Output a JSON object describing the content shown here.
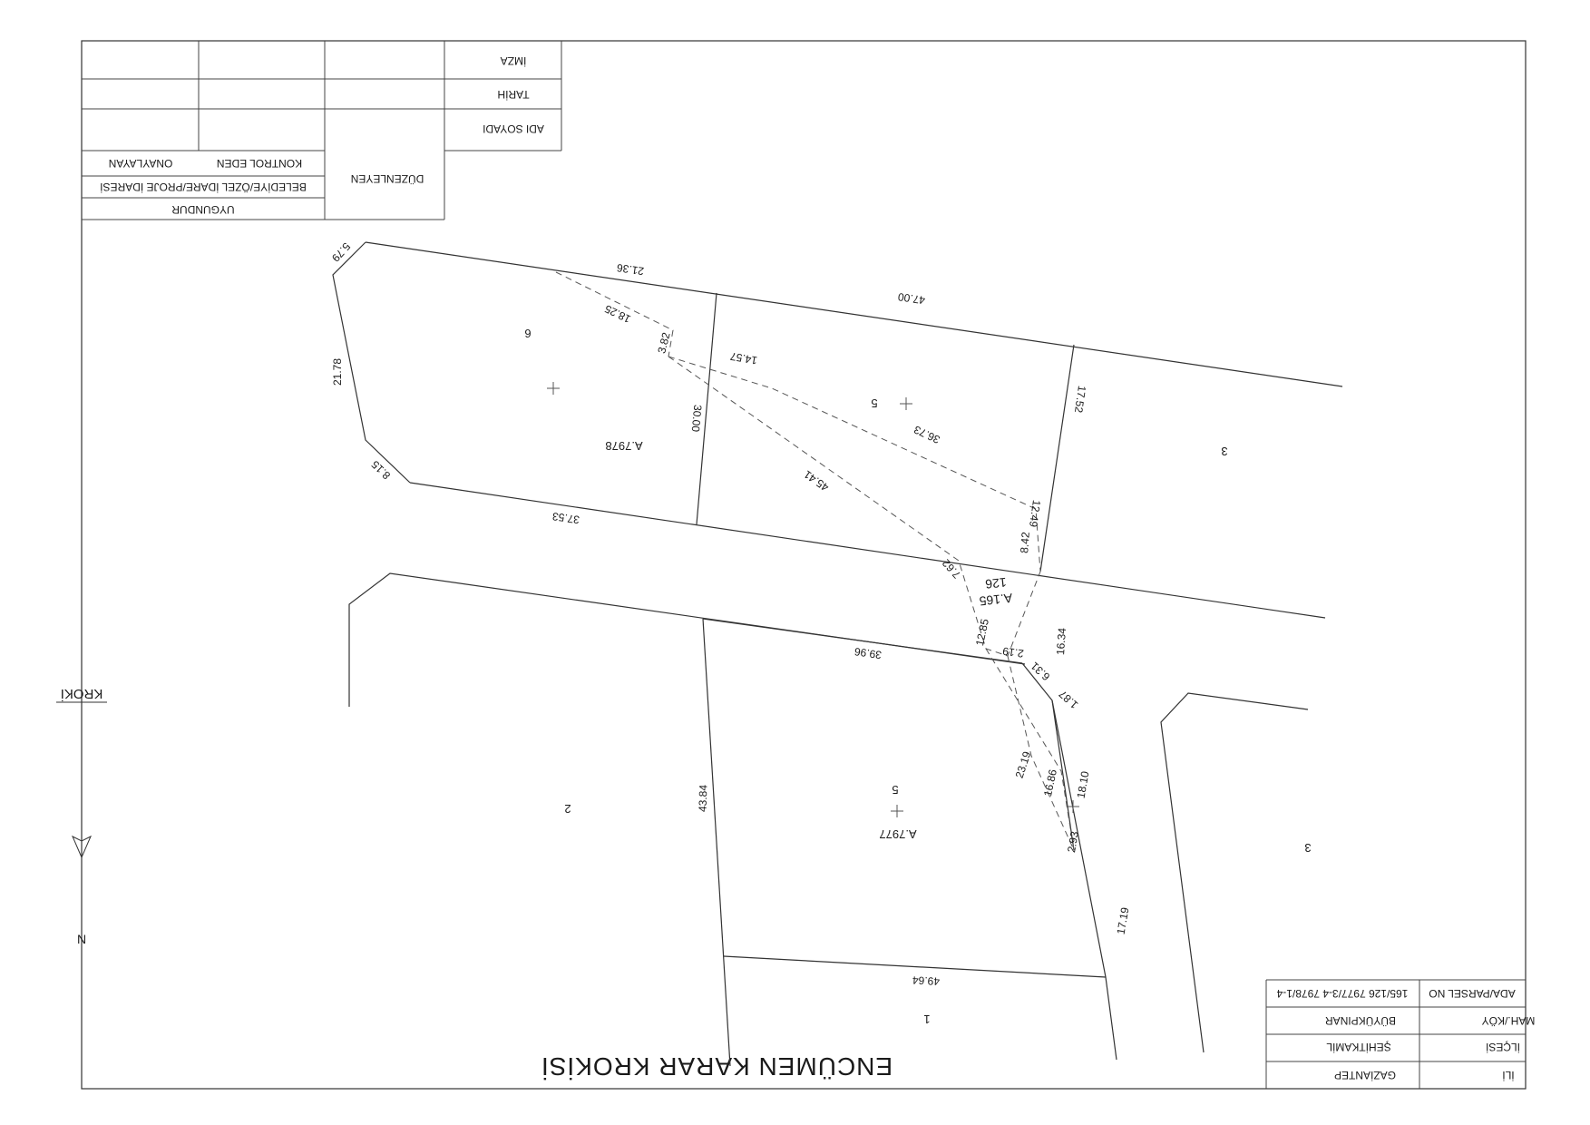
{
  "title": "ENCÜMEN KARAR KROKİSİ",
  "side_label": "KROKİ",
  "north_letter": "N",
  "info_table": [
    {
      "label": "İLİ",
      "value": "GAZİANTEP"
    },
    {
      "label": "İLÇESİ",
      "value": "ŞEHİTKAMİL"
    },
    {
      "label": "MAH./KÖY",
      "value": "BÜYÜKPINAR"
    },
    {
      "label": "ADA/PARSEL NO",
      "value": "165/126 7977/3-4 7978/1-4"
    }
  ],
  "approval_table": {
    "row_headers": [
      "ADI SOYADI",
      "TARİH",
      "İMZA"
    ],
    "prepared_by": "DÜZENLEYEN",
    "approved_header": "UYGUNDUR",
    "authority": "BELEDİYE/ÖZEL İDARE/PROJE İDARESİ",
    "checked_by": "KONTROL EDEN",
    "approver": "ONAYLAYAN"
  },
  "parcel_labels": {
    "a7978": "A.7978",
    "a7977": "A.7977",
    "a165": "A.165",
    "p126": "126",
    "n6": "6",
    "n5_top": "5",
    "n5_bottom": "5",
    "n3_right": "3",
    "n3_lower": "3",
    "n2": "2",
    "n1": "1"
  },
  "measurements": {
    "m579": "5.79",
    "m2136": "21.36",
    "m4700": "47.00",
    "m2178": "21.78",
    "m815": "8.15",
    "m3753": "37.53",
    "m1825": "18.25",
    "m382": "3.82",
    "m1457": "14.57",
    "m3000": "30.00",
    "m3673": "36.73",
    "m4541": "45.41",
    "m1752": "17.52",
    "m1249": "12.49",
    "m842": "8.42",
    "m762": "7.62",
    "m1285": "12.85",
    "m1634": "16.34",
    "m3996": "39.96",
    "m219": "2.19",
    "m631": "6.31",
    "m187": "1.87",
    "m2319": "23.19",
    "m1686": "16.86",
    "m1810": "18.10",
    "m293": "2.93",
    "m1719": "17.19",
    "m4384": "43.84",
    "m4964": "49.64"
  }
}
